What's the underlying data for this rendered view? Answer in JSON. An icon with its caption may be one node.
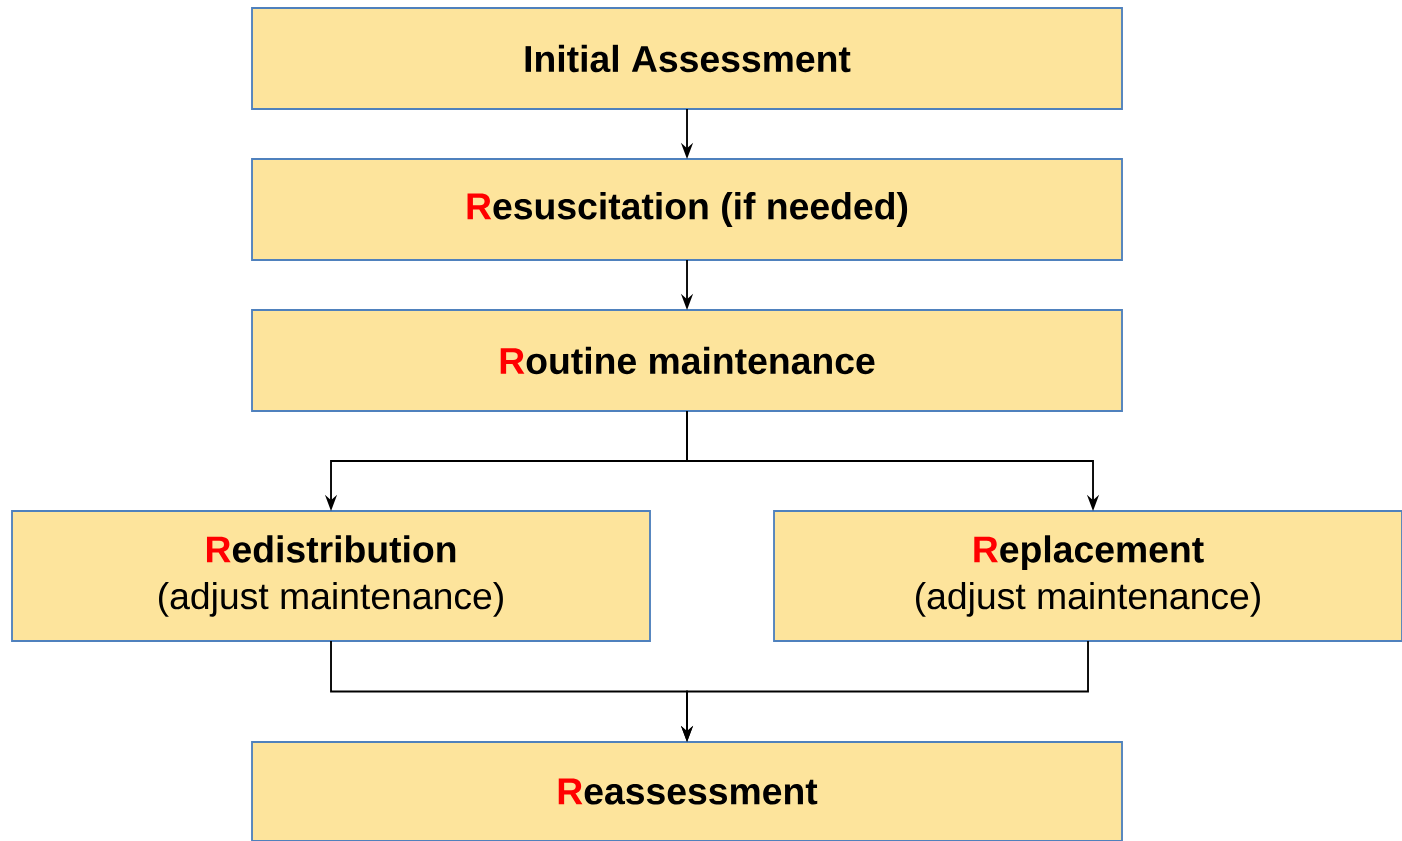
{
  "diagram": {
    "nodes": [
      {
        "text": [
          "Initial Assessment"
        ]
      },
      {
        "text": [
          "Resuscitation (if needed)"
        ]
      },
      {
        "text": [
          "Routine maintenance"
        ]
      },
      {
        "text": [
          "Redistribution",
          "(adjust maintenance)"
        ]
      },
      {
        "text": [
          "Replacement",
          "(adjust maintenance)"
        ]
      },
      {
        "text": [
          "Reassessment"
        ]
      }
    ],
    "edges": [
      {
        "from": 0,
        "to": 1,
        "arrow": "to"
      },
      {
        "from": 1,
        "to": 2,
        "arrow": "to"
      },
      {
        "from": 2,
        "to": 3,
        "arrow": "to"
      },
      {
        "from": 2,
        "to": 4,
        "arrow": "to"
      },
      {
        "from": 3,
        "to": 5,
        "arrow": "to"
      },
      {
        "from": 4,
        "to": 5,
        "arrow": "to"
      }
    ]
  }
}
